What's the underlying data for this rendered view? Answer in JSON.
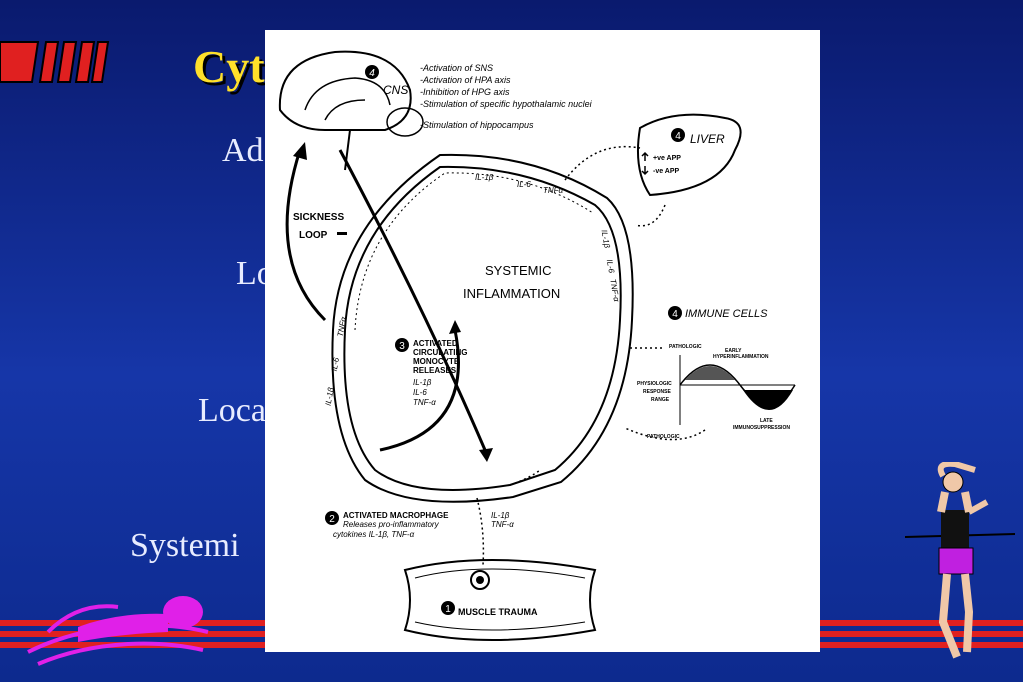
{
  "slide": {
    "title": "Cyt",
    "lines": [
      "Ad",
      "Lo",
      "Loca",
      "Systemi"
    ]
  },
  "diagram": {
    "cns": {
      "badge": "4",
      "label": "CNS",
      "effects": [
        "-Activation of SNS",
        "-Activation of HPA axis",
        "-Inhibition of HPG axis",
        "-Stimulation of specific hypothalamic nuclei",
        "-Stimulation of hippocampus"
      ]
    },
    "liver": {
      "badge": "4",
      "label": "LIVER",
      "apps": [
        "+ve APP",
        "-ve APP"
      ]
    },
    "sickness_loop": [
      "SICKNESS",
      "LOOP"
    ],
    "systemic": [
      "SYSTEMIC",
      "INFLAMMATION"
    ],
    "vessel_labels_top": [
      "IL-1β",
      "IL-6",
      "TNFα"
    ],
    "vessel_labels_right": [
      "IL-1β",
      "IL-6",
      "TNF-α"
    ],
    "vessel_labels_left": [
      "TNFα",
      "IL-6",
      "IL-1β"
    ],
    "monocyte": {
      "badge": "3",
      "lines": [
        "ACTIVATED",
        "CIRCULATING",
        "MONOCYTE",
        "RELEASES"
      ],
      "cytokines": [
        "IL-1β",
        "IL-6",
        "TNF-α"
      ]
    },
    "immune": {
      "badge": "4",
      "label": "IMMUNE CELLS",
      "pathologic_top": "PATHOLOGIC",
      "early": [
        "EARLY",
        "HYPERINFLAMMATION"
      ],
      "physio": [
        "PHYSIOLOGIC",
        "RESPONSE",
        "RANGE"
      ],
      "pathologic_bottom": "PATHOLOGIC",
      "late": [
        "LATE",
        "IMMUNOSUPPRESSION"
      ]
    },
    "macrophage": {
      "badge": "2",
      "lines": [
        "ACTIVATED MACROPHAGE",
        "Releases pro-inflammatory",
        "cytokines IL-1β, TNF-α"
      ],
      "cytokines": [
        "IL-1β",
        "TNF-α"
      ]
    },
    "muscle": {
      "badge": "1",
      "label": "MUSCLE TRAUMA"
    }
  },
  "colors": {
    "background": "#1636a8",
    "title": "#ffe02a",
    "stripe": "#e02020",
    "text": "#e8ecff"
  },
  "icons": [
    "red-bars-logo",
    "swimmer-clipart",
    "runner-clipart"
  ]
}
